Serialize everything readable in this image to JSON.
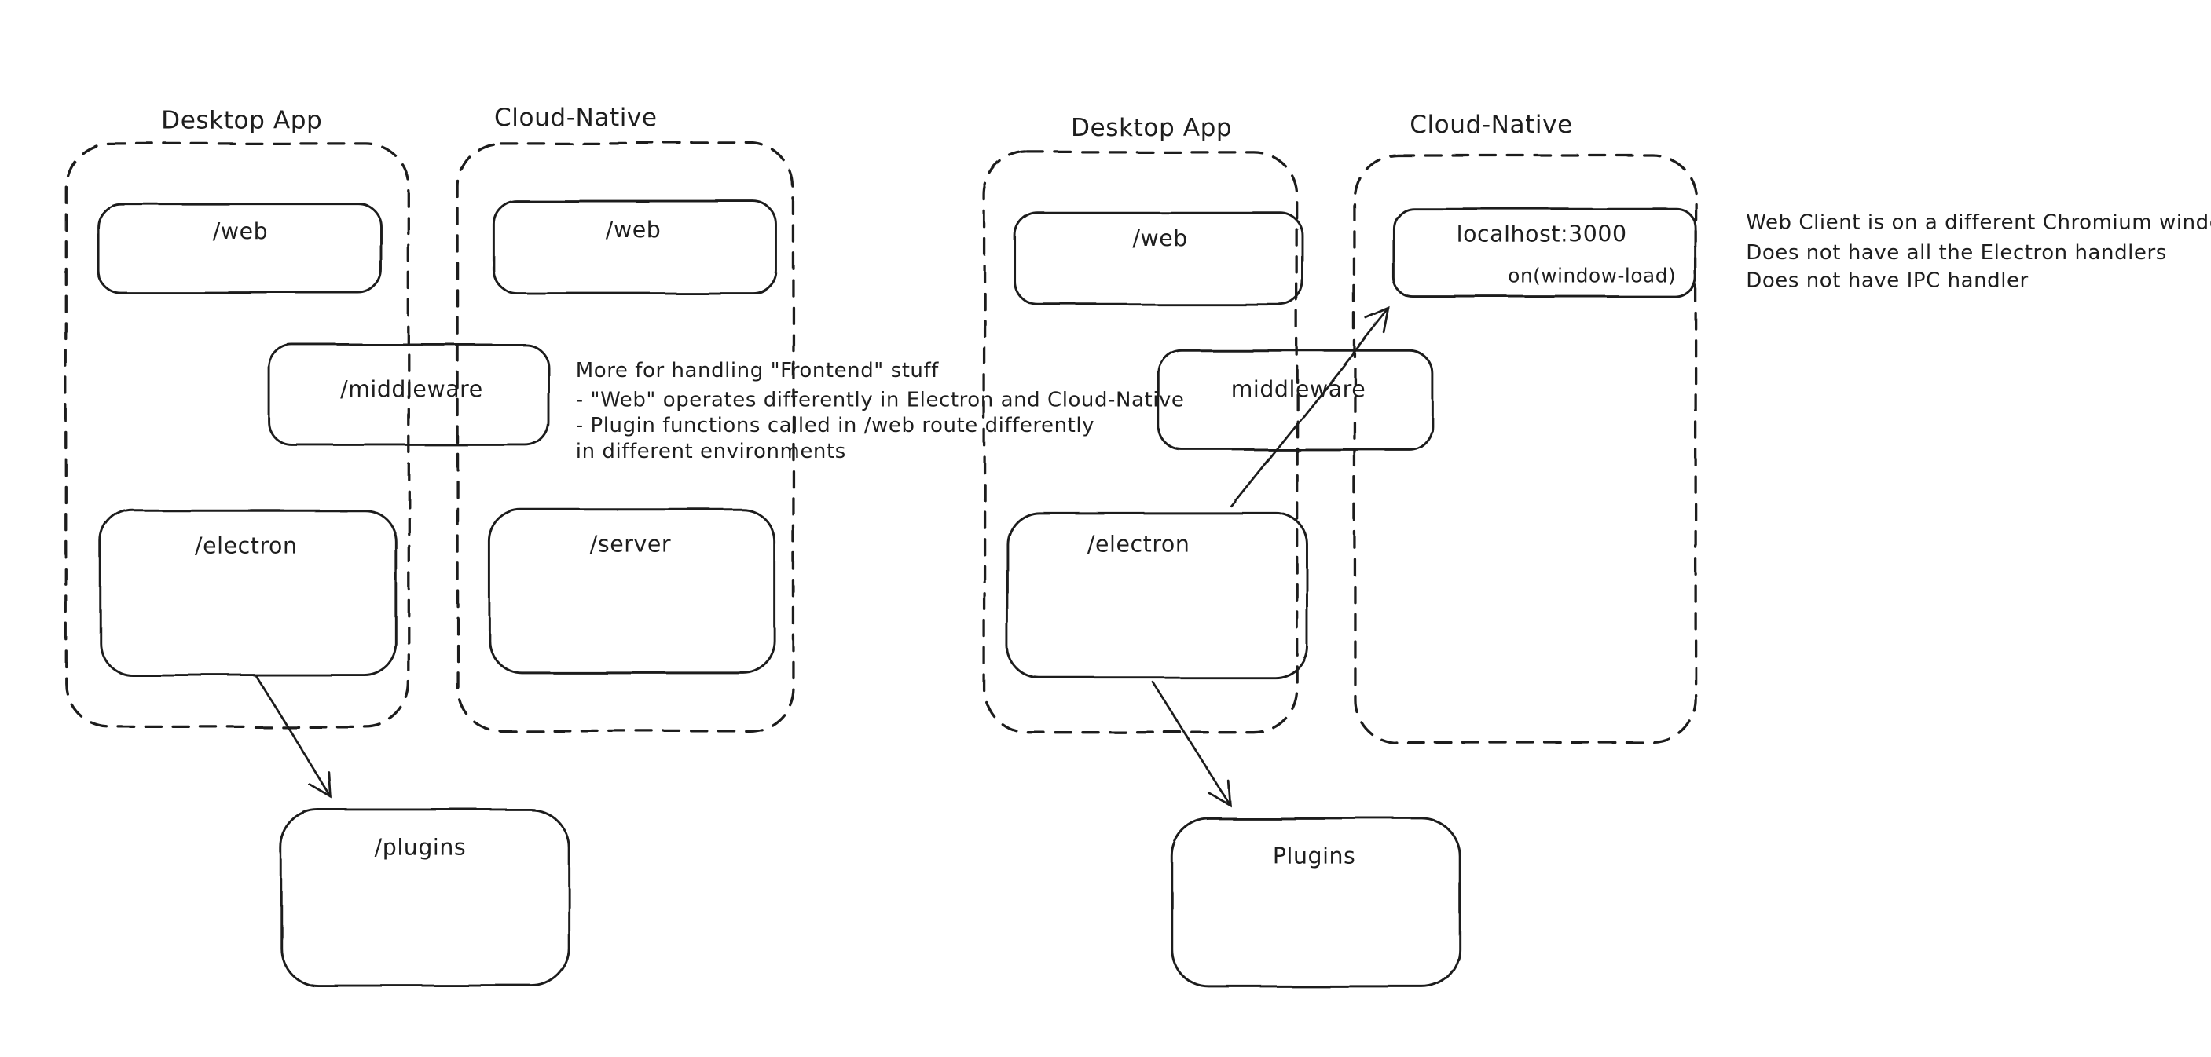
{
  "colors": {
    "ink": "#1e1e1e",
    "red": "#e03131",
    "green": "#2f9e44",
    "background": "#ffffff"
  },
  "left": {
    "desktop": {
      "title": "Desktop App",
      "web": "/web",
      "electron": "/electron"
    },
    "cloud": {
      "title": "Cloud-Native",
      "web": "/web",
      "server": "/server"
    },
    "middleware": "/middleware",
    "plugins": "/plugins",
    "note_lines": [
      "More for handling \"Frontend\" stuff",
      "- \"Web\" operates differently in Electron and Cloud-Native",
      "- Plugin functions called in /web route differently",
      "in different environments"
    ]
  },
  "right": {
    "desktop": {
      "title": "Desktop App",
      "web": "/web",
      "electron": "/electron"
    },
    "cloud": {
      "title": "Cloud-Native",
      "localhost": "localhost:3000",
      "window_load": "on(window-load)"
    },
    "middleware": "middleware",
    "plugins": "Plugins",
    "note_lines": [
      "Web Client is on a different Chromium window",
      "Does not have all the Electron handlers",
      "Does not have IPC handler"
    ]
  }
}
